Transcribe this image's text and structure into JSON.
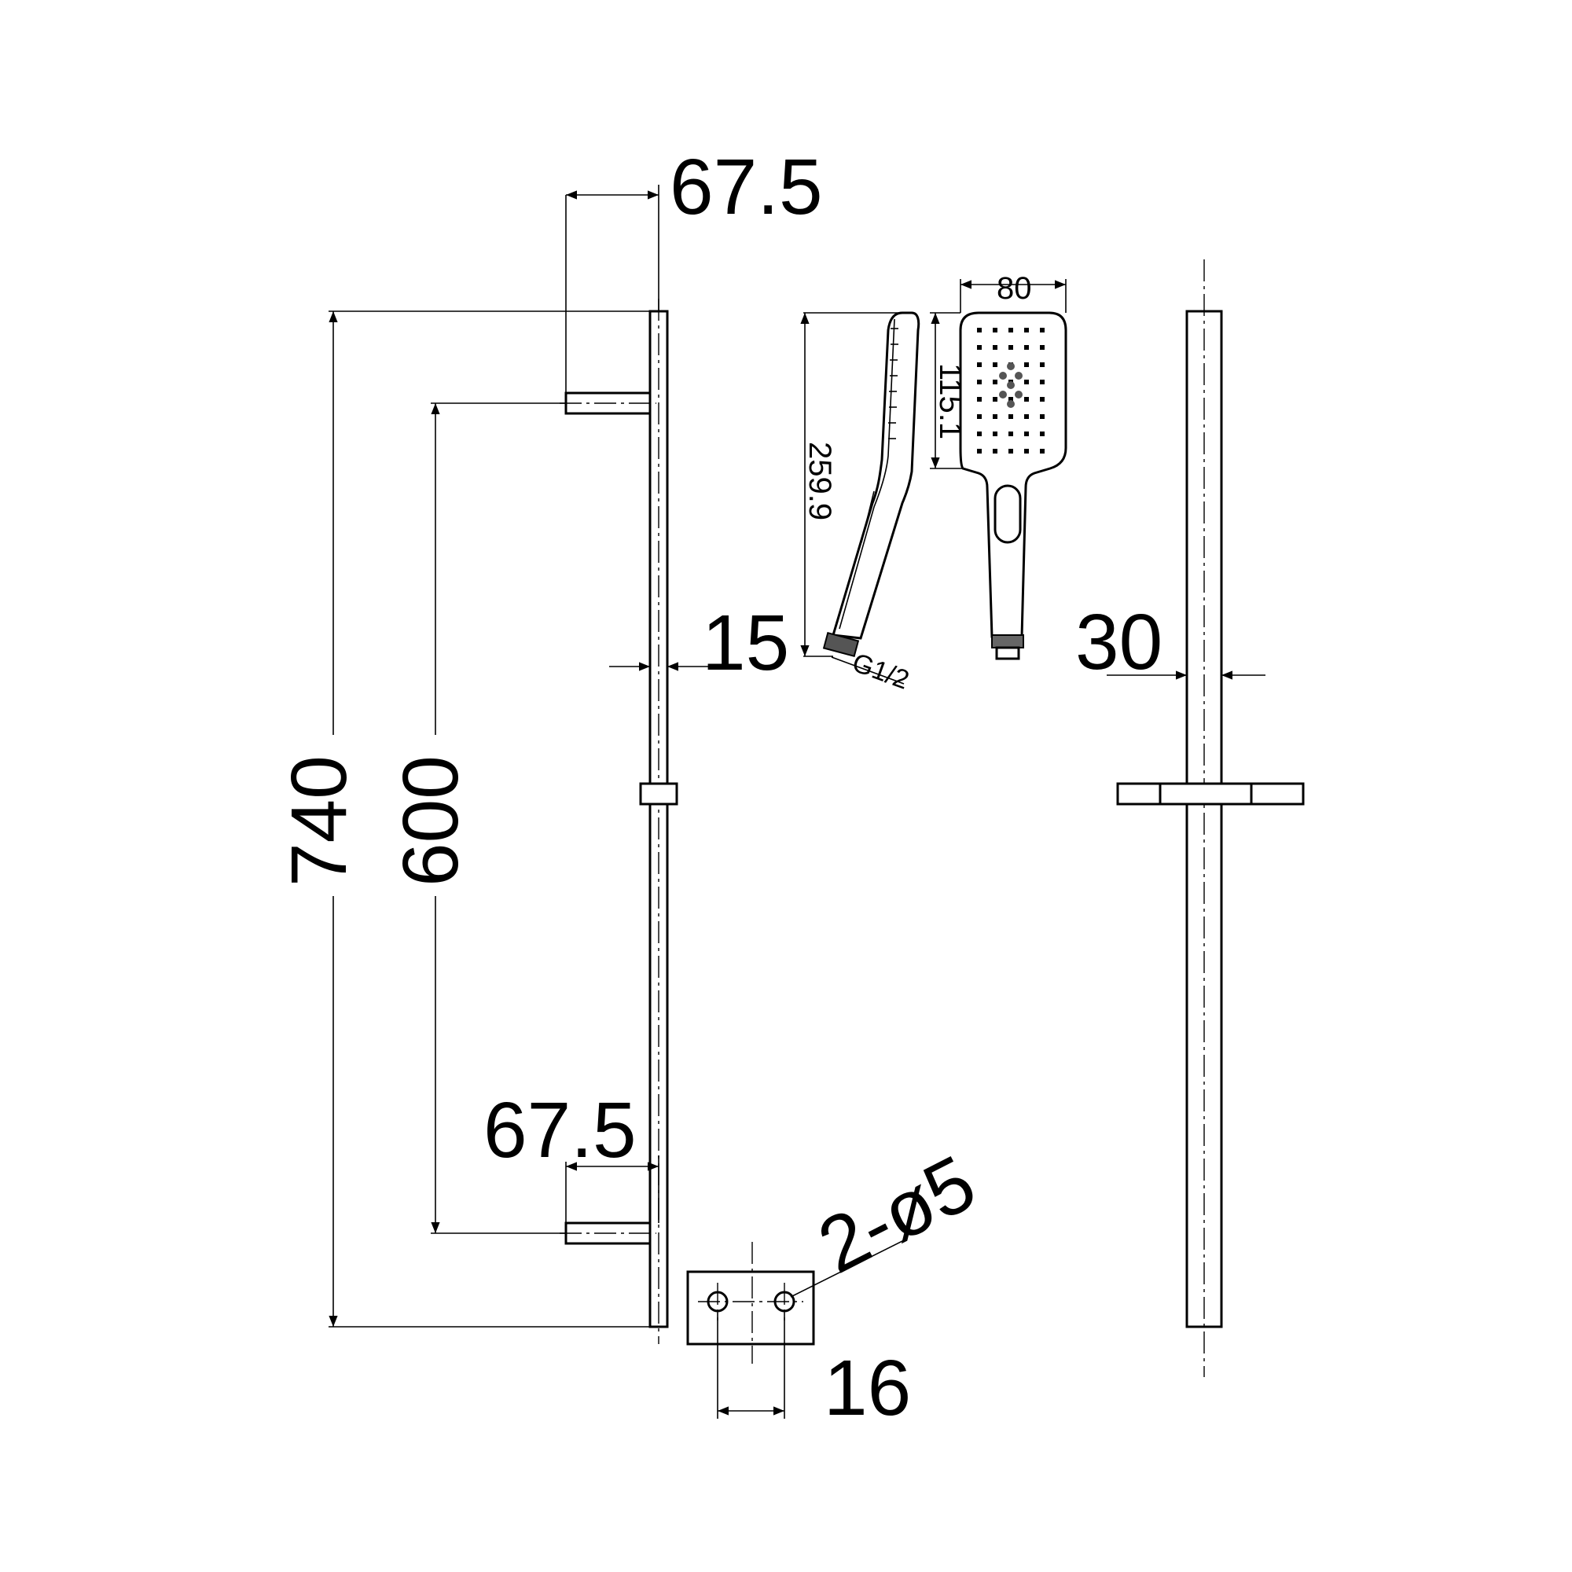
{
  "dimensions": {
    "top_bracket_depth": "67.5",
    "bottom_bracket_depth": "67.5",
    "total_height": "740",
    "bracket_spacing": "600",
    "rail_width_side": "15",
    "rail_width_front": "30",
    "handset_width": "80",
    "handset_head_height": "115.1",
    "handset_length": "259.9",
    "thread": "G1/2",
    "fixing_holes": "2-ø5",
    "hole_spacing": "16"
  }
}
